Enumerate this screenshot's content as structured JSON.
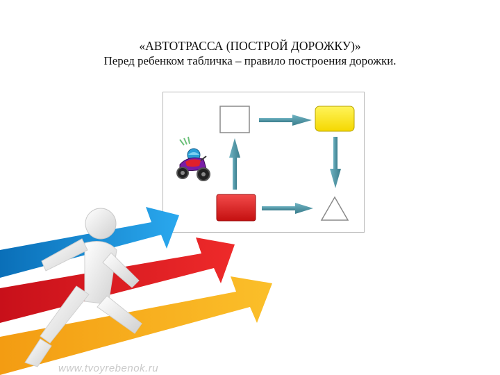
{
  "slide": {
    "title": "«АВТОТРАССА (ПОСТРОЙ ДОРОЖКУ)»",
    "subtitle": "Перед ребенком табличка – правило построения дорожки."
  },
  "diagram": {
    "nodes": [
      {
        "id": "white-square",
        "shape": "square",
        "color": "#ffffff"
      },
      {
        "id": "yellow-rect",
        "shape": "rounded-rectangle",
        "color": "#ffee00"
      },
      {
        "id": "white-triangle",
        "shape": "triangle",
        "color": "#ffffff"
      },
      {
        "id": "red-rect",
        "shape": "rectangle",
        "color": "#e31b1b"
      }
    ],
    "edges": [
      {
        "from": "white-square",
        "to": "yellow-rect"
      },
      {
        "from": "yellow-rect",
        "to": "white-triangle"
      },
      {
        "from": "red-rect",
        "to": "white-triangle"
      },
      {
        "from": "red-rect",
        "to": "white-square"
      }
    ],
    "arrow_color": "#4a8f9e",
    "start_icon": "motorcycle-rider-icon"
  },
  "decoration": {
    "arrow_colors": [
      "#1a8fd6",
      "#e8141b",
      "#f7b21b"
    ],
    "figure": "running-man-figure"
  },
  "watermark": "www.tvoyrebenok.ru"
}
